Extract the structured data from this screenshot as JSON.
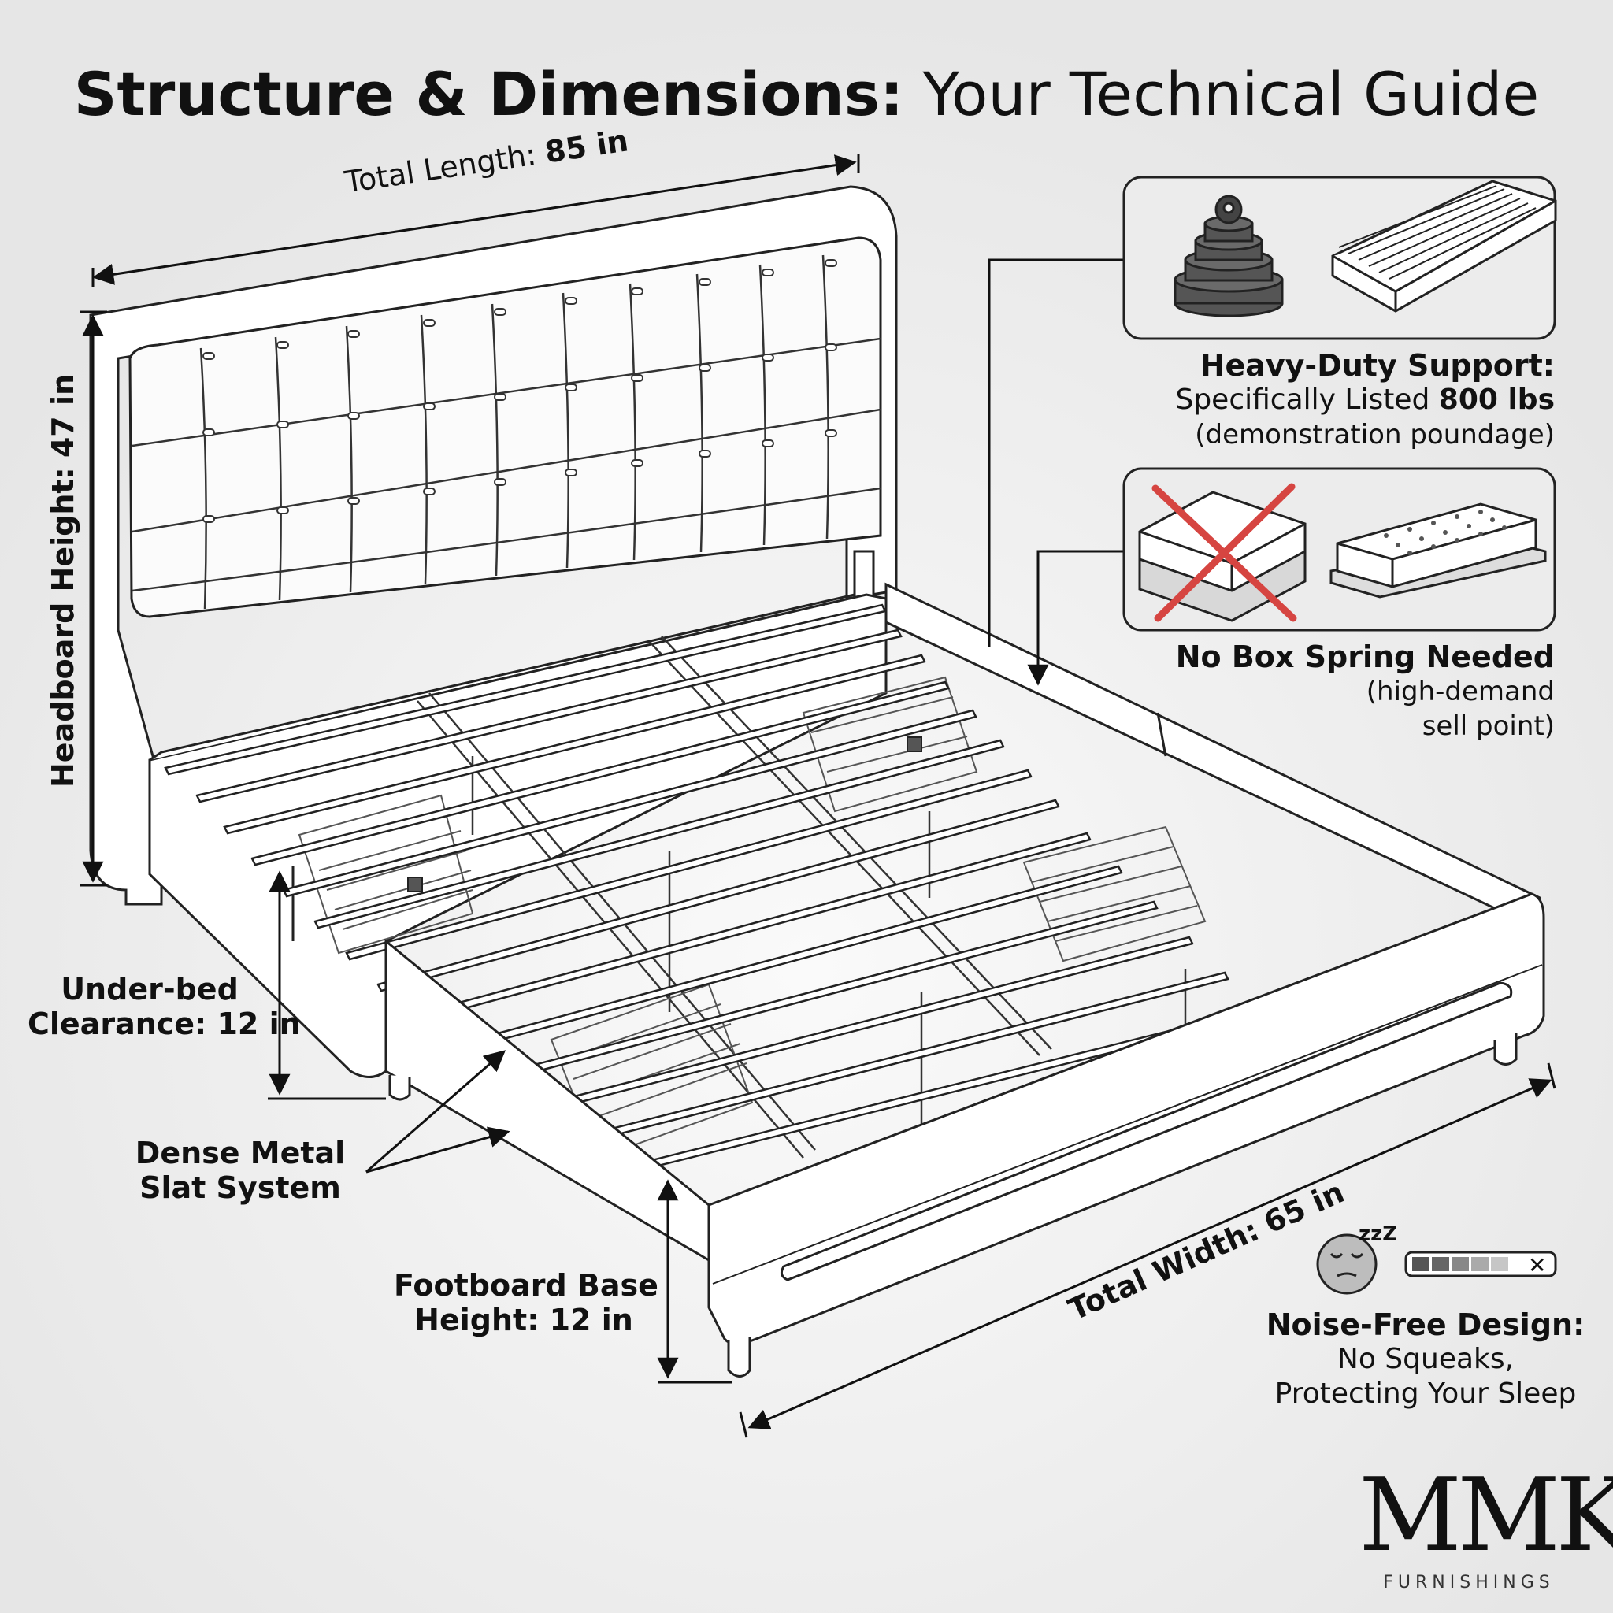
{
  "title": {
    "bold": "Structure & Dimensions:",
    "regular": "Your Technical Guide"
  },
  "dimensions": {
    "total_length": {
      "label": "Total Length:",
      "value": "85 in"
    },
    "headboard_height": {
      "label": "Headboard Height:",
      "value": "47 in"
    },
    "clearance": {
      "line1": "Under-bed",
      "line2": "Clearance: 12 in"
    },
    "slats": {
      "line1": "Dense Metal",
      "line2": "Slat System"
    },
    "footboard": {
      "line1": "Footboard Base",
      "line2": "Height: 12 in"
    },
    "total_width": {
      "label": "Total Width:",
      "value": "65 in"
    }
  },
  "features": {
    "support": {
      "title": "Heavy-Duty Support:",
      "line_prefix": "Specifically Listed",
      "line_value": "800 lbs",
      "note": "(demonstration poundage)"
    },
    "box_spring": {
      "title": "No Box Spring Needed",
      "note1": "(high-demand",
      "note2": "sell point)"
    },
    "noise": {
      "title": "Noise-Free Design:",
      "line1": "No Squeaks,",
      "line2": "Protecting Your Sleep",
      "snore": "zzZ",
      "meter_mute": "✕"
    }
  },
  "brand": {
    "name": "MMK",
    "sub": "FURNISHINGS"
  },
  "colors": {
    "ink": "#111111",
    "panel_bg": "#ececec",
    "cross": "#d64541",
    "frame": "#ffffff"
  }
}
